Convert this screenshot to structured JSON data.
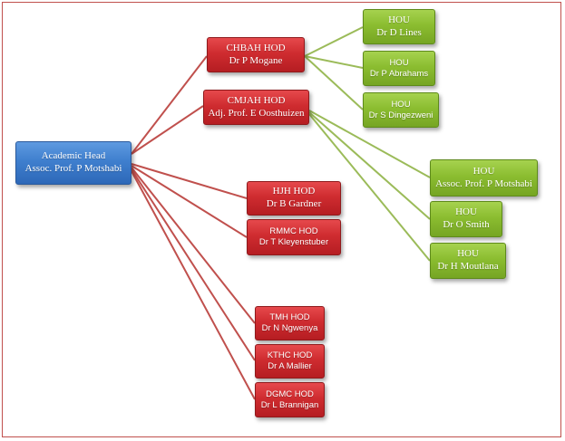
{
  "root": {
    "title": "Academic Head",
    "name": "Assoc. Prof. P Motshabi"
  },
  "hods": [
    {
      "title": "CHBAH HOD",
      "name": "Dr P Mogane"
    },
    {
      "title": "CMJAH HOD",
      "name": "Adj. Prof. E Oosthuizen"
    },
    {
      "title": "HJH HOD",
      "name": "Dr B Gardner"
    },
    {
      "title": "RMMC HOD",
      "name": "Dr T Kleyenstuber"
    },
    {
      "title": "TMH HOD",
      "name": "Dr N Ngwenya"
    },
    {
      "title": "KTHC HOD",
      "name": "Dr A Mallier"
    },
    {
      "title": "DGMC HOD",
      "name": "Dr L Brannigan"
    }
  ],
  "hous_chbah": [
    {
      "title": "HOU",
      "name": "Dr D Lines"
    },
    {
      "title": "HOU",
      "name": "Dr P Abrahams"
    },
    {
      "title": "HOU",
      "name": "Dr S Dingezweni"
    }
  ],
  "hous_cmjah": [
    {
      "title": "HOU",
      "name": "Assoc. Prof. P Motshabi"
    },
    {
      "title": "HOU",
      "name": "Dr O Smith"
    },
    {
      "title": "HOU",
      "name": "Dr H Moutlana"
    }
  ],
  "colors": {
    "root": "#3f7fce",
    "hod": "#cf2c30",
    "hou": "#8bbd30",
    "root_links": "#c0504d",
    "hou_links": "#9bbb59",
    "frame": "#c0504d"
  }
}
